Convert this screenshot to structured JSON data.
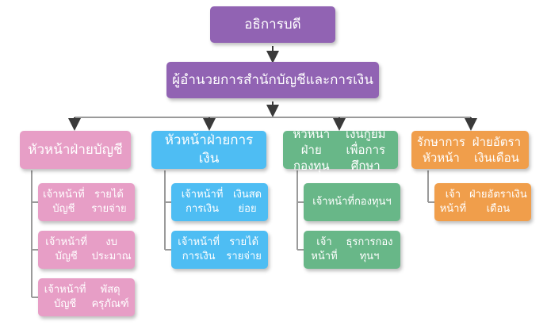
{
  "director": {
    "label": "อธิการบดี"
  },
  "finance_director": {
    "label": "ผู้อำนวยการสำนักบัญชีและการเงิน"
  },
  "departments": [
    {
      "head": [
        "หัวหน้าฝ่ายบัญชี"
      ],
      "color": "#e79ec6",
      "staff": [
        [
          "เจ้าหน้าที่บัญชี",
          "รายได้รายจ่าย"
        ],
        [
          "เจ้าหน้าที่บัญชี",
          "งบประมาณ"
        ],
        [
          "เจ้าหน้าที่บัญชี",
          "พัสดุครุภัณฑ์"
        ]
      ]
    },
    {
      "head": [
        "หัวหน้าฝ่ายการเงิน"
      ],
      "color": "#4ebdf3",
      "staff": [
        [
          "เจ้าหน้าที่การเงิน",
          "เงินสดย่อย"
        ],
        [
          "เจ้าหน้าที่การเงิน",
          "รายได้รายจ่าย"
        ]
      ]
    },
    {
      "head": [
        "หัวหน้าฝ่ายกองทุน",
        "เงินกู้ยืมเพื่อการศึกษา"
      ],
      "color": "#68b788",
      "staff": [
        [
          "เจ้าหน้าที่",
          "กองทุนฯ"
        ],
        [
          "เจ้าหน้าที่",
          "ธุรการกองทุนฯ"
        ]
      ]
    },
    {
      "head": [
        "รักษาการหัวหน้า",
        "ฝ่ายอัตราเงินเดือน"
      ],
      "color": "#f09e4b",
      "staff": [
        [
          "เจ้าหน้าที่",
          "ฝ่ายอัตราเงินเดือน"
        ]
      ]
    }
  ]
}
